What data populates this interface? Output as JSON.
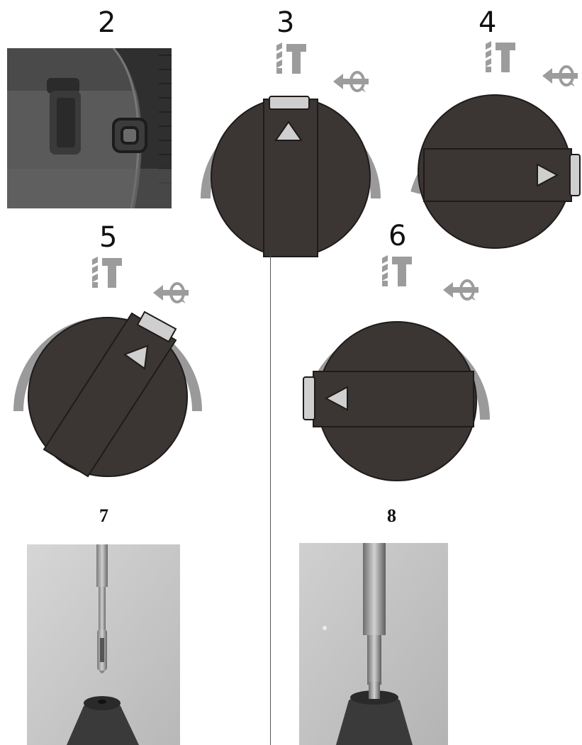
{
  "figures": {
    "f2": {
      "label": "2"
    },
    "f3": {
      "label": "3",
      "mode": "drilling-with-hammer"
    },
    "f4": {
      "label": "4",
      "mode": "rotation-off"
    },
    "f5": {
      "label": "5",
      "mode": "chiselling-adjust"
    },
    "f6": {
      "label": "6",
      "mode": "drilling"
    },
    "f7": {
      "label": "7"
    },
    "f8": {
      "label": "8"
    }
  },
  "icons": [
    "drill-bit-icon",
    "hammer-icon",
    "rotation-arrow-icon",
    "pointer-triangle-icon"
  ],
  "colors": {
    "knob_dark": "#3b3634",
    "knob_outline": "#1f1b1a",
    "arc_gray": "#9a9a9a",
    "marker_light": "#cfcfcf",
    "icon_gray": "#9c9c9c"
  }
}
